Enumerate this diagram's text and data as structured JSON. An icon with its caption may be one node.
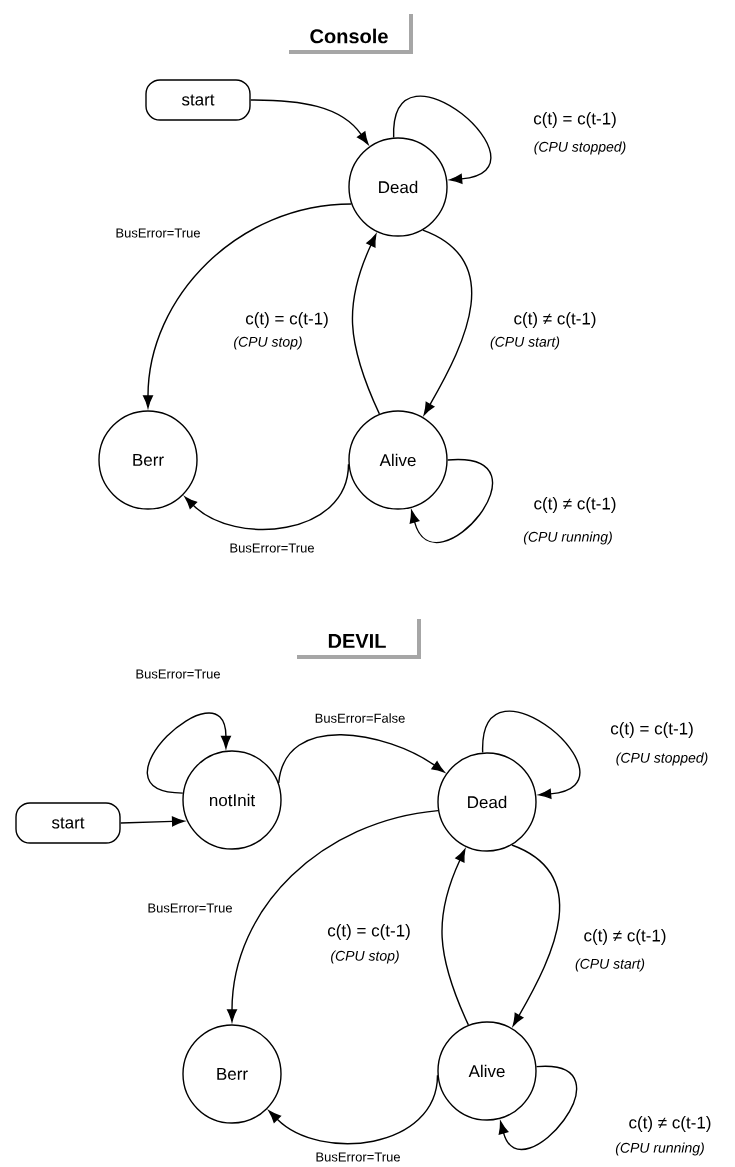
{
  "diagram": {
    "nodes": [
      {
        "text": [
          "start"
        ]
      },
      {
        "text": [
          "Dead"
        ]
      },
      {
        "text": [
          "Berr"
        ]
      },
      {
        "text": [
          "Alive"
        ]
      },
      {
        "text": [
          "notInit"
        ]
      },
      {
        "text": [
          "start"
        ]
      },
      {
        "text": [
          "Dead"
        ]
      },
      {
        "text": [
          "Berr"
        ]
      },
      {
        "text": [
          "Alive"
        ]
      }
    ],
    "edges": [
      {
        "from": 0,
        "to": 1,
        "arrow": "to"
      },
      {
        "from": 1,
        "to": 1,
        "arrow": "to",
        "label": "c(t) = c(t-1)"
      },
      {
        "from": 1,
        "to": 2,
        "arrow": "to",
        "label": "BusError=True"
      },
      {
        "from": 3,
        "to": 1,
        "arrow": "to",
        "label": "c(t) = c(t-1)"
      },
      {
        "from": 1,
        "to": 3,
        "arrow": "to",
        "label": "c(t) ≠ c(t-1)"
      },
      {
        "from": 3,
        "to": 2,
        "arrow": "to",
        "label": "BusError=True"
      },
      {
        "from": 3,
        "to": 3,
        "arrow": "to",
        "label": "c(t) ≠ c(t-1)"
      },
      {
        "from": 5,
        "to": 4,
        "arrow": "to"
      },
      {
        "from": 4,
        "to": 4,
        "arrow": "to",
        "label": "BusError=True"
      },
      {
        "from": 4,
        "to": 6,
        "arrow": "to",
        "label": "BusError=False"
      },
      {
        "from": 6,
        "to": 6,
        "arrow": "to",
        "label": "c(t) = c(t-1)"
      },
      {
        "from": 6,
        "to": 7,
        "arrow": "to",
        "label": "BusError=True"
      },
      {
        "from": 8,
        "to": 6,
        "arrow": "to",
        "label": "c(t) = c(t-1)"
      },
      {
        "from": 6,
        "to": 8,
        "arrow": "to",
        "label": "c(t) ≠ c(t-1)"
      },
      {
        "from": 8,
        "to": 7,
        "arrow": "to",
        "label": "BusError=True"
      },
      {
        "from": 8,
        "to": 8,
        "arrow": "to",
        "label": "c(t) ≠ c(t-1)"
      }
    ],
    "labels": [
      "Console",
      "(CPU stopped)",
      "(CPU stop)",
      "(CPU start)",
      "(CPU running)",
      "DEVIL",
      "(CPU stopped)",
      "(CPU stop)",
      "(CPU start)",
      "(CPU running)"
    ]
  }
}
